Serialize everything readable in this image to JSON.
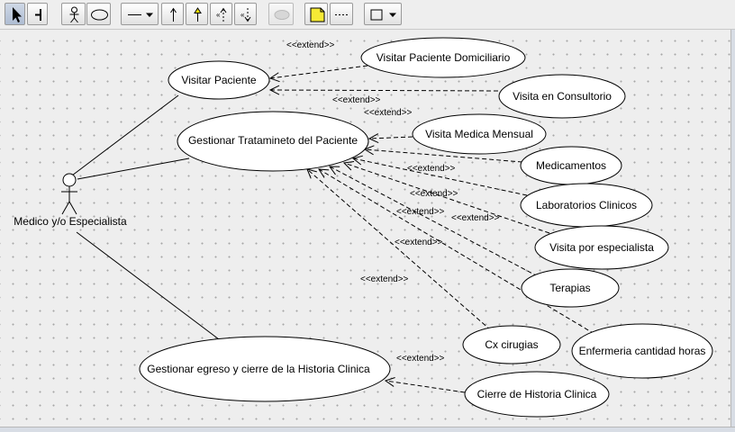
{
  "toolbar": {
    "tools": [
      {
        "name": "select-tool",
        "icon": "arrow-pointer-icon"
      },
      {
        "name": "boundary-tool",
        "icon": "boundary-icon"
      },
      {
        "name": "actor-tool",
        "icon": "actor-icon"
      },
      {
        "name": "usecase-tool",
        "icon": "ellipse-icon"
      },
      {
        "name": "line-style-dropdown",
        "icon": "line-style-icon"
      },
      {
        "name": "association-tool",
        "icon": "arrow-up-icon"
      },
      {
        "name": "generalization-tool",
        "icon": "generalization-arrow-icon"
      },
      {
        "name": "extend-tool",
        "icon": "extend-arrow-icon"
      },
      {
        "name": "include-tool",
        "icon": "include-arrow-icon"
      },
      {
        "name": "disabled-shape-tool",
        "icon": "ellipse-filled-icon"
      },
      {
        "name": "note-tool",
        "icon": "note-icon"
      },
      {
        "name": "dashed-line-tool",
        "icon": "dashed-line-icon"
      },
      {
        "name": "rectangle-dropdown",
        "icon": "rectangle-icon"
      }
    ]
  },
  "diagram": {
    "actor": {
      "label": "Medico y/o Especialista"
    },
    "use_cases": {
      "visitar_paciente": "Visitar Paciente",
      "gestionar_tratamiento": "Gestionar Tratamineto del Paciente",
      "gestionar_egreso": "Gestionar egreso y cierre de la Historia Clinica",
      "visitar_domiciliario": "Visitar Paciente Domiciliario",
      "visita_consultorio": "Visita en Consultorio",
      "visita_medica_mensual": "Visita Medica Mensual",
      "medicamentos": "Medicamentos",
      "laboratorios": "Laboratorios Clinicos",
      "visita_especialista": "Visita por especialista",
      "terapias": "Terapias",
      "cx_cirugias": "Cx cirugias",
      "enfermeria": "Enfermeria cantidad horas",
      "cierre_historia": "Cierre de Historia Clinica"
    },
    "extend_label": "<<extend>>",
    "extend_labels": [
      "<<extend>>",
      "<<extend>>",
      "<<extend>>",
      "<<extend>>",
      "<<extend>>",
      "<<extend>>",
      "<<extend>>",
      "<<extend>>",
      "<<extend>>",
      "<<extend>>"
    ]
  }
}
